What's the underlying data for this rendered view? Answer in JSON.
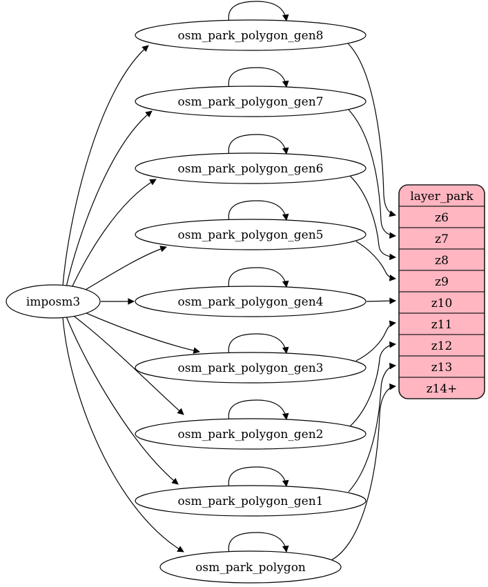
{
  "diagram": {
    "background_color": "#ffffff",
    "edge_color": "#000000",
    "source_node": {
      "label": "imposm3"
    },
    "generalized_tables": [
      {
        "label": "osm_park_polygon_gen8",
        "self_loop": true,
        "source": "imposm3",
        "target_row": "z6"
      },
      {
        "label": "osm_park_polygon_gen7",
        "self_loop": true,
        "source": "imposm3",
        "target_row": "z7"
      },
      {
        "label": "osm_park_polygon_gen6",
        "self_loop": true,
        "source": "imposm3",
        "target_row": "z8"
      },
      {
        "label": "osm_park_polygon_gen5",
        "self_loop": true,
        "source": "imposm3",
        "target_row": "z9"
      },
      {
        "label": "osm_park_polygon_gen4",
        "self_loop": true,
        "source": "imposm3",
        "target_row": "z10"
      },
      {
        "label": "osm_park_polygon_gen3",
        "self_loop": true,
        "source": "imposm3",
        "target_row": "z11"
      },
      {
        "label": "osm_park_polygon_gen2",
        "self_loop": true,
        "source": "imposm3",
        "target_row": "z12"
      },
      {
        "label": "osm_park_polygon_gen1",
        "self_loop": true,
        "source": "imposm3",
        "target_row": "z13"
      },
      {
        "label": "osm_park_polygon",
        "self_loop": true,
        "source": "imposm3",
        "target_row": "z14+"
      }
    ],
    "layer_table": {
      "title": "layer_park",
      "fill_color": "#ffb6c1",
      "rows": [
        "z6",
        "z7",
        "z8",
        "z9",
        "z10",
        "z11",
        "z12",
        "z13",
        "z14+"
      ]
    },
    "node_style": {
      "fill_color": "#ffffff",
      "stroke_color": "#000000"
    }
  }
}
